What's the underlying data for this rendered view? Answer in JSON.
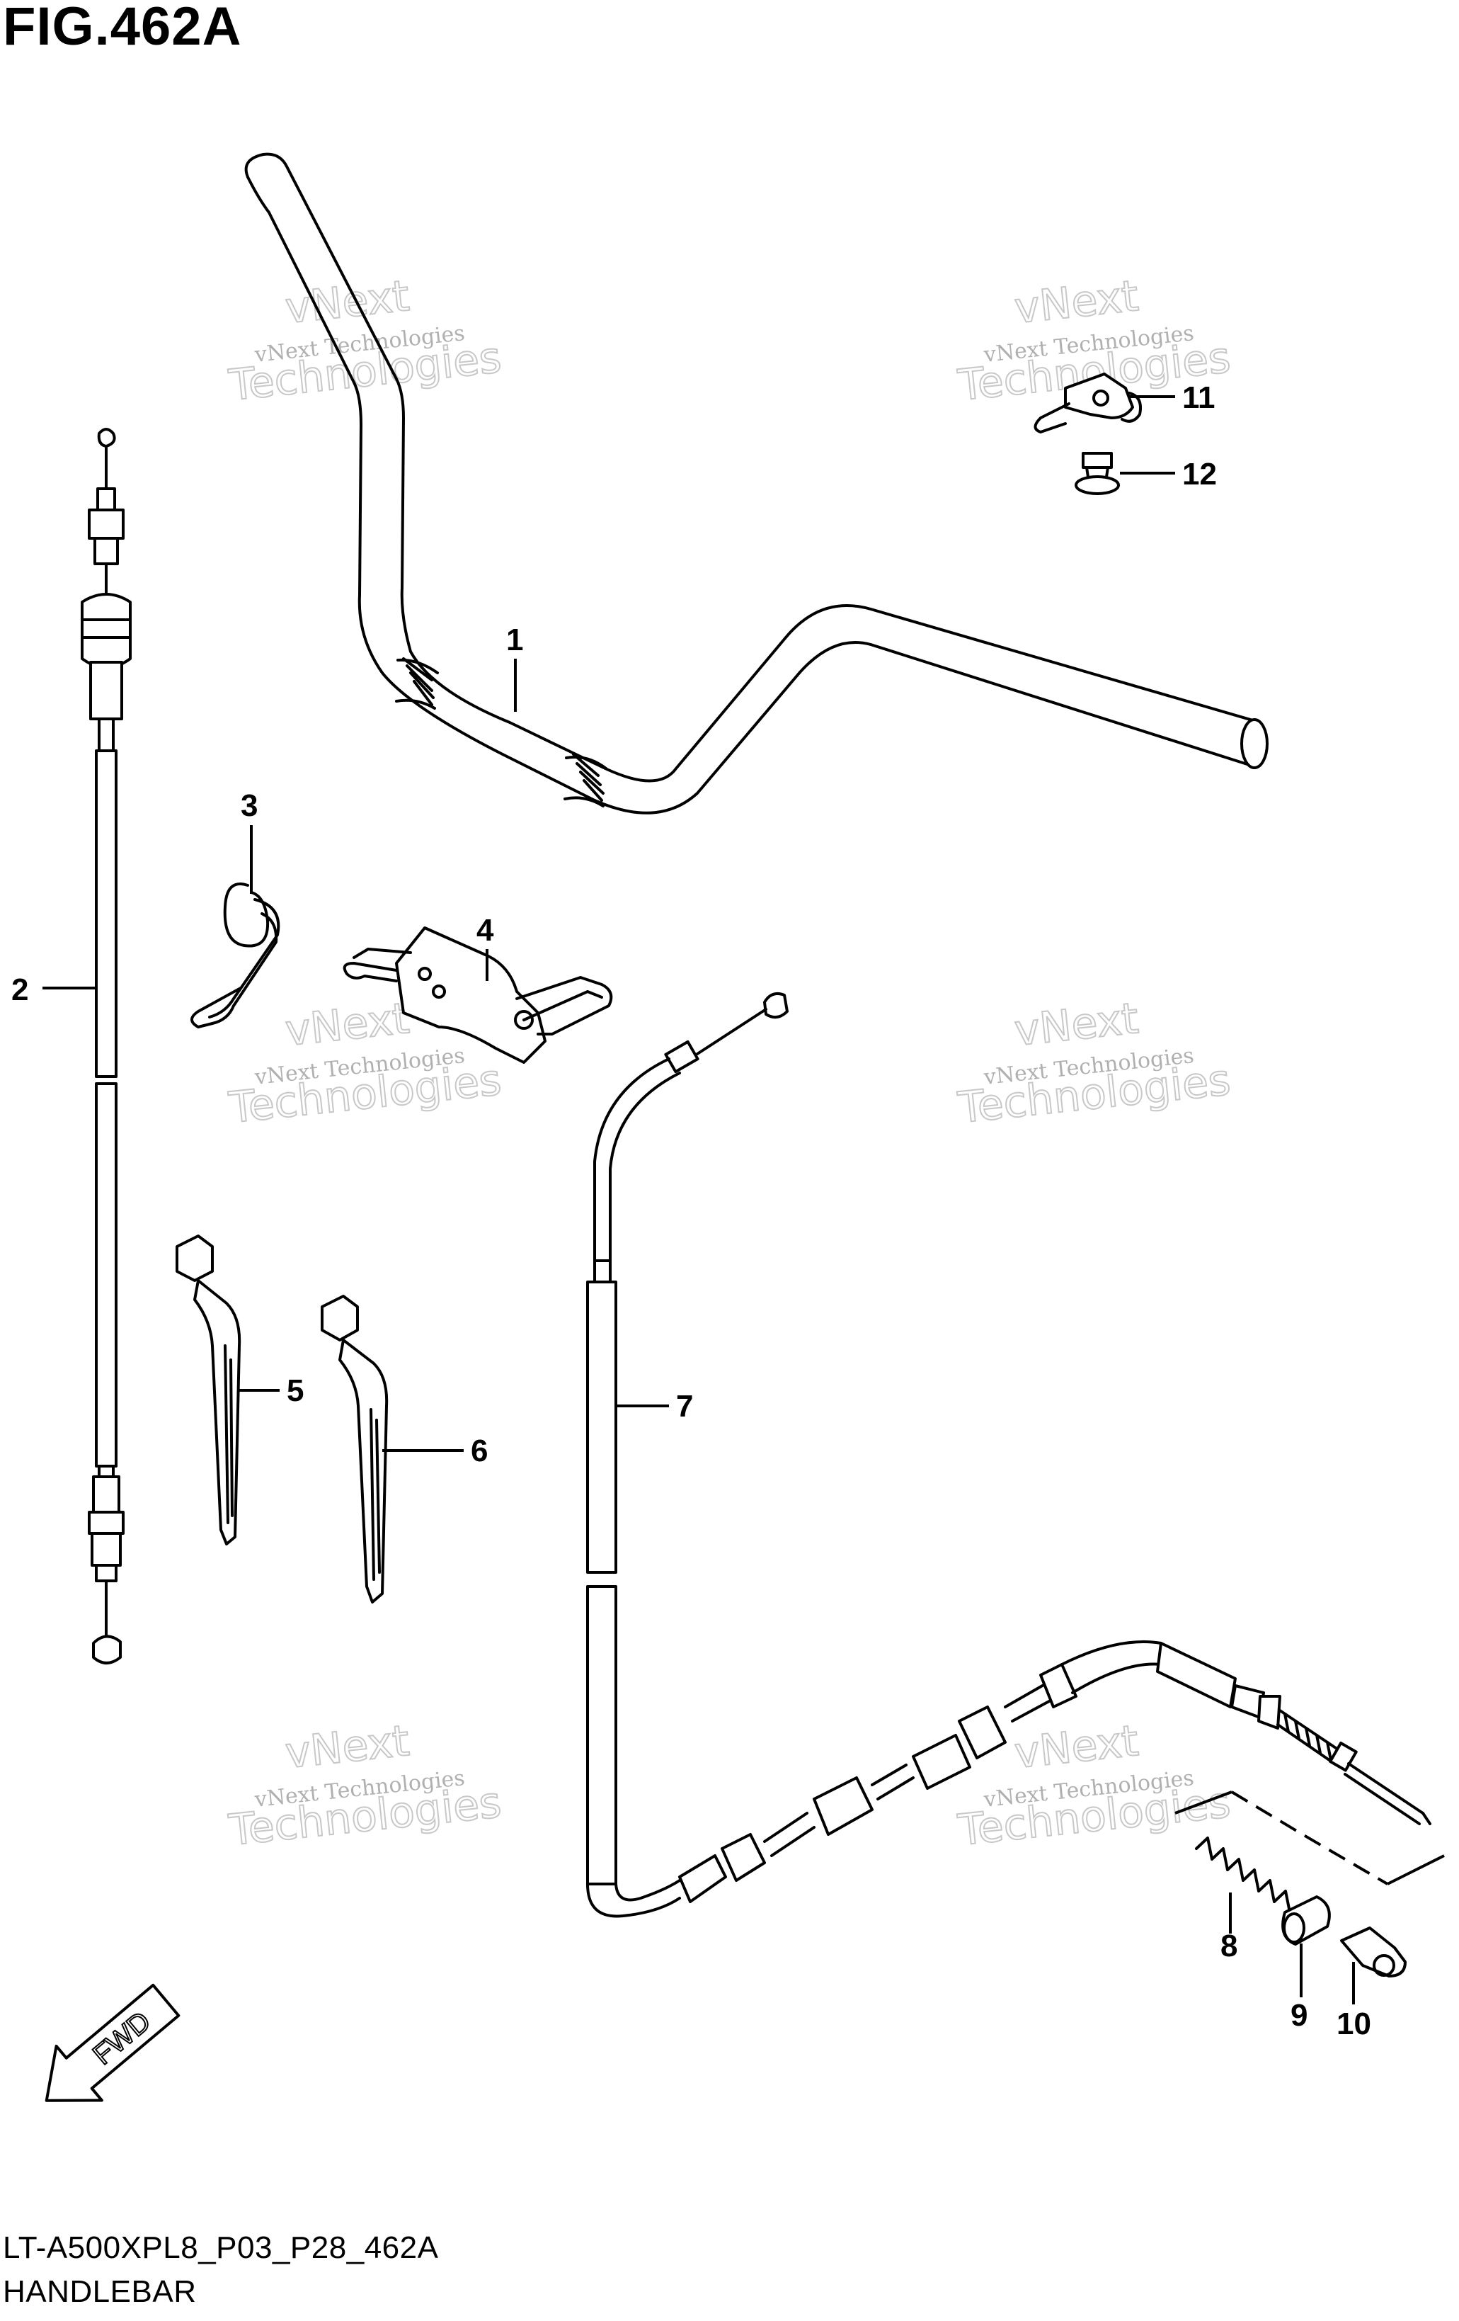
{
  "figure": {
    "title": "FIG.462A",
    "code": "LT-A500XPL8_P03_P28_462A",
    "name": "HANDLEBAR"
  },
  "watermark": {
    "line1": "vNext Technologies",
    "line2": "vNext",
    "line3": "Technologies"
  },
  "direction_badge": "FWD",
  "callouts": [
    "1",
    "2",
    "3",
    "4",
    "5",
    "6",
    "7",
    "8",
    "9",
    "10",
    "11",
    "12"
  ]
}
